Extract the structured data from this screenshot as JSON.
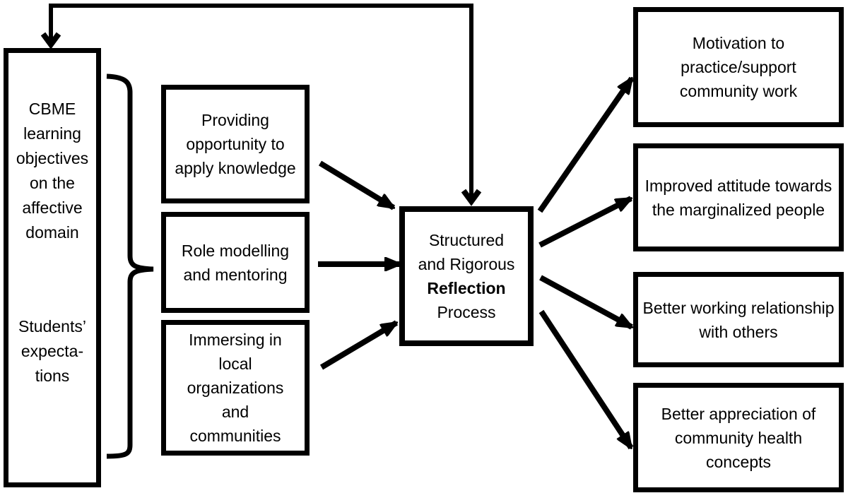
{
  "colors": {
    "ink": "#000000",
    "background": "#ffffff",
    "box_fill": "#ffffff"
  },
  "left_box": {
    "top_lines": [
      "CBME",
      "learning",
      "objectives",
      "on the",
      "affective",
      "domain"
    ],
    "bottom_lines": [
      "Students’",
      "expecta-",
      "tions"
    ]
  },
  "middle_boxes": [
    {
      "name": "providing-opportunity",
      "lines": [
        "Providing",
        "opportunity to",
        "apply knowledge"
      ]
    },
    {
      "name": "role-modelling",
      "lines": [
        "Role modelling",
        "and mentoring"
      ]
    },
    {
      "name": "immersing",
      "lines": [
        "Immersing in",
        "local",
        "organizations",
        "and",
        "communities"
      ]
    }
  ],
  "center_box": {
    "lines": [
      "Structured",
      "and Rigorous",
      "Reflection",
      "Process"
    ],
    "bold_line_index": 2
  },
  "right_boxes": [
    {
      "name": "motivation",
      "lines": [
        "Motivation to",
        "practice/support",
        "community work"
      ]
    },
    {
      "name": "improved-attitude",
      "lines": [
        "Improved attitude towards",
        "the marginalized people"
      ]
    },
    {
      "name": "working-relationship",
      "lines": [
        "Better working relationship",
        "with others"
      ]
    },
    {
      "name": "appreciation",
      "lines": [
        "Better appreciation of",
        "community health",
        "concepts"
      ]
    }
  ]
}
